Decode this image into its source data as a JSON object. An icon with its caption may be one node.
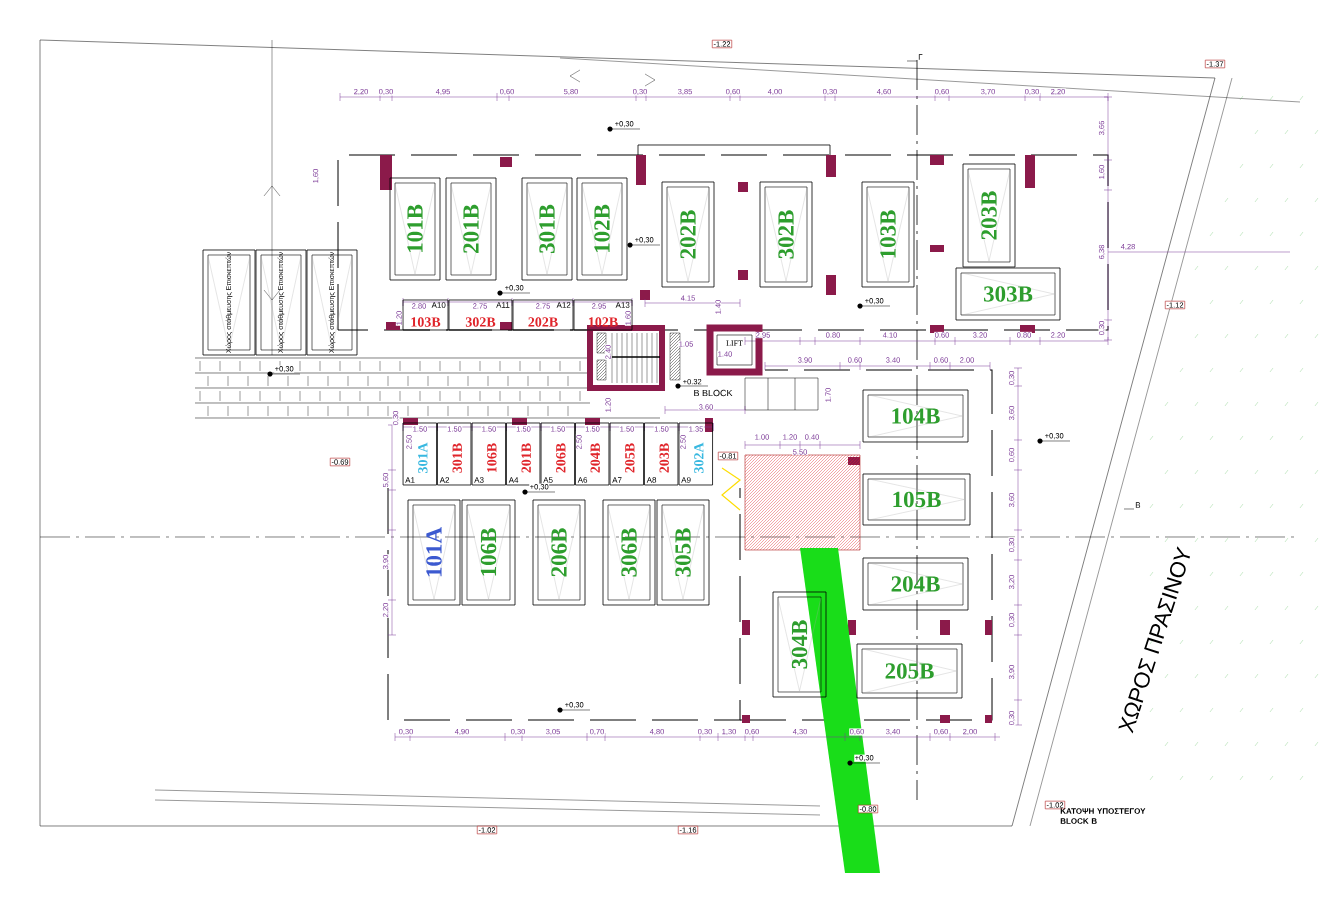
{
  "diagram": {
    "title": "ΚΑΤΟΨΗ ΥΠΟΣΤΕΓΟΥ BLOCK B",
    "nodes": [
      {
        "text": [
          "Χώρος στάθμευσης Επισκεπτών"
        ]
      },
      {
        "text": [
          "Χώρος στάθμευσης Επισκεπτών"
        ]
      },
      {
        "text": [
          "Χώρος στάθμευσης Επισκεπτών"
        ]
      },
      {
        "text": [
          "101B"
        ]
      },
      {
        "text": [
          "201B"
        ]
      },
      {
        "text": [
          "301B"
        ]
      },
      {
        "text": [
          "102B"
        ]
      },
      {
        "text": [
          "202B"
        ]
      },
      {
        "text": [
          "302B"
        ]
      },
      {
        "text": [
          "103B"
        ]
      },
      {
        "text": [
          "203B"
        ]
      },
      {
        "text": [
          "303B"
        ]
      },
      {
        "text": [
          "A10",
          "103B"
        ]
      },
      {
        "text": [
          "A11",
          "302B"
        ]
      },
      {
        "text": [
          "A12",
          "202B"
        ]
      },
      {
        "text": [
          "A13",
          "102B"
        ]
      },
      {
        "text": [
          "LIFT"
        ]
      },
      {
        "text": [
          "A1",
          "301A"
        ]
      },
      {
        "text": [
          "A2",
          "301B"
        ]
      },
      {
        "text": [
          "A3",
          "106B"
        ]
      },
      {
        "text": [
          "A4",
          "201B"
        ]
      },
      {
        "text": [
          "A5",
          "206B"
        ]
      },
      {
        "text": [
          "A6",
          "204B"
        ]
      },
      {
        "text": [
          "A7",
          "205B"
        ]
      },
      {
        "text": [
          "A8",
          "203B"
        ]
      },
      {
        "text": [
          "A9",
          "302A"
        ]
      },
      {
        "text": [
          "104B"
        ]
      },
      {
        "text": [
          "105B"
        ]
      },
      {
        "text": [
          "101A"
        ]
      },
      {
        "text": [
          "106B"
        ]
      },
      {
        "text": [
          "206B"
        ]
      },
      {
        "text": [
          "306B"
        ]
      },
      {
        "text": [
          "305B"
        ]
      },
      {
        "text": [
          "204B"
        ]
      },
      {
        "text": [
          "304B"
        ]
      },
      {
        "text": [
          "205B"
        ]
      }
    ],
    "labels": [
      "-1.22",
      "Γ",
      "-1.37",
      "2,20",
      "0,30",
      "4,95",
      "0,60",
      "5,80",
      "0,30",
      "3,85",
      "0,60",
      "4,00",
      "0,30",
      "4,60",
      "0,60",
      "3,70",
      "0,30",
      "2,20",
      "+0,30",
      "3,66",
      "1,60",
      "1,60",
      "+0,30",
      "6,38",
      "4,28",
      "+0,30",
      "2.80",
      "2.75",
      "2.75",
      "2.95",
      "4.15",
      "1.40",
      "+0,30",
      "-1.12",
      "1.20",
      "1.60",
      "0,30",
      "2.95",
      "0.80",
      "4.10",
      "0.60",
      "3.20",
      "0.80",
      "2.20",
      "2.40",
      "1.05",
      "1.40",
      "3.90",
      "0.60",
      "3.40",
      "0.60",
      "2.00",
      "+0,30",
      "+0.32",
      "0,30",
      "0,30",
      "1.20",
      "3.60",
      "B BLOCK",
      "1.70",
      "3,60",
      "1.50",
      "1.50",
      "1.50",
      "1.50",
      "1.50",
      "1.50",
      "1.50",
      "1.50",
      "1.35",
      "2.50",
      "2.50",
      "2.50",
      "1.00",
      "1.20",
      "0.40",
      "+0,30",
      "-0.69",
      "-0.81",
      "5.50",
      "0,60",
      "5,60",
      "+0,30",
      "3,60",
      "B",
      "0,30",
      "3,90",
      "3,20",
      "2,20",
      "0,30",
      "ΧΩΡΟΣ ΠΡΑΣΙΝΟΥ",
      "3,90",
      "+0,30",
      "0,30",
      "0,30",
      "4,90",
      "0,30",
      "3,05",
      "0,70",
      "4,80",
      "0,30",
      "1,30",
      "0,60",
      "4,30",
      "0,60",
      "3,40",
      "0,60",
      "2,00",
      "+0,30",
      "-0.80",
      "-1.02",
      "-1.02",
      "-1.16"
    ]
  }
}
